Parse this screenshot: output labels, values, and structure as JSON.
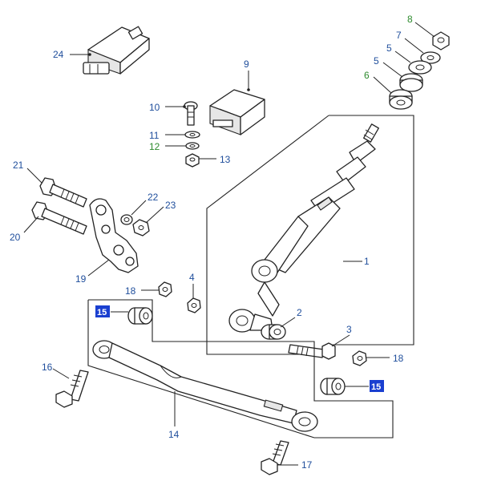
{
  "colors": {
    "callout_blue": "#1f4e9c",
    "callout_green": "#2e8b2e",
    "box_label_bg": "#1a3fd0"
  },
  "callouts": {
    "c1": "1",
    "c2": "2",
    "c3": "3",
    "c4": "4",
    "c5a": "5",
    "c5b": "5",
    "c6": "6",
    "c7": "7",
    "c8": "8",
    "c9": "9",
    "c10": "10",
    "c11": "11",
    "c12": "12",
    "c13": "13",
    "c14": "14",
    "c15a": "15",
    "c15b": "15",
    "c16": "16",
    "c17": "17",
    "c18a": "18",
    "c18b": "18",
    "c19": "19",
    "c20": "20",
    "c21": "21",
    "c22": "22",
    "c23": "23",
    "c24": "24"
  }
}
